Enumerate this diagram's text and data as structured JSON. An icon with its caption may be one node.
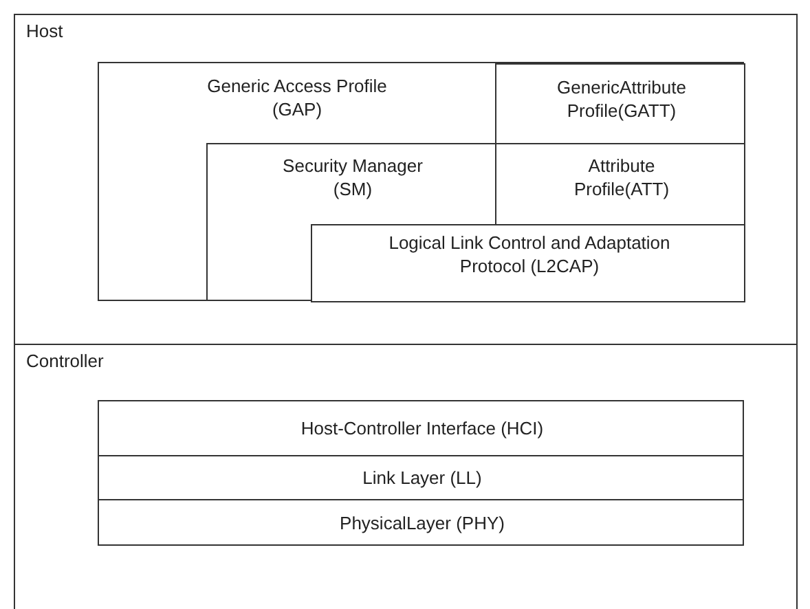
{
  "diagram": {
    "nodes": [
      {
        "text": [
          "Host"
        ]
      },
      {
        "text": [
          "Generic Access Profile (GAP)"
        ],
        "in": 0
      },
      {
        "text": [
          "GenericAttribute Profile(GATT)"
        ],
        "in": 1
      },
      {
        "text": [
          "Security Manager (SM)"
        ],
        "in": 1
      },
      {
        "text": [
          "Attribute Profile(ATT)"
        ],
        "in": 1
      },
      {
        "text": [
          "Logical Link Control and Adaptation Protocol (L2CAP)"
        ],
        "in": 1
      },
      {
        "text": [
          "Controller"
        ]
      },
      {
        "text": [
          "Host-Controller Interface (HCI)"
        ],
        "in": 6
      },
      {
        "text": [
          "Link Layer (LL)"
        ],
        "in": 6
      },
      {
        "text": [
          "PhysicalLayer (PHY)"
        ],
        "in": 6
      }
    ]
  }
}
